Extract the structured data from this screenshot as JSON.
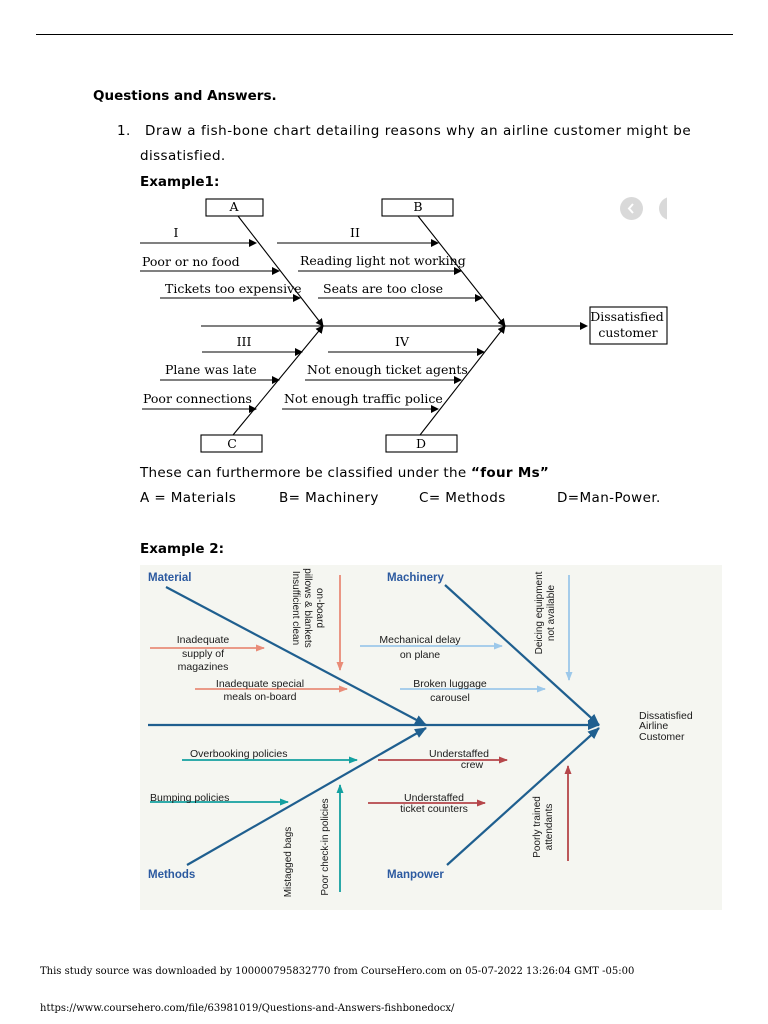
{
  "heading": "Questions and Answers.",
  "question": {
    "number": "1.",
    "line1": "Draw a fish-bone chart detailing reasons why an airline customer might be",
    "line2": "dissatisfied."
  },
  "example1": {
    "label": "Example1:",
    "categories": [
      "A",
      "B",
      "C",
      "D"
    ],
    "roman": [
      "I",
      "II",
      "III",
      "IV"
    ],
    "causes_top_left": [
      "Poor or no food",
      "Tickets too expensive"
    ],
    "causes_top_right": [
      "Reading light not working",
      "Seats are too close"
    ],
    "causes_bottom_left": [
      "Plane was late",
      "Poor connections"
    ],
    "causes_bottom_right": [
      "Not enough ticket agents",
      "Not enough traffic police"
    ],
    "effect_line1": "Dissatisfied",
    "effect_line2": "customer"
  },
  "classification": {
    "sentence_prefix": "These can furthermore be classified under the ",
    "sentence_bold": "“four Ms”",
    "items": [
      "A = Materials",
      "B= Machinery",
      "C= Methods",
      "D=Man-Power."
    ]
  },
  "example2": {
    "label": "Example 2:",
    "categories": [
      "Material",
      "Machinery",
      "Methods",
      "Manpower"
    ],
    "material_causes": [
      [
        "Inadequate",
        "supply of",
        "magazines"
      ],
      [
        "Inadequate special",
        "meals on-board"
      ]
    ],
    "material_vertical": [
      "Insufficient clean",
      "pillows & blankets",
      "on-board"
    ],
    "machinery_causes": [
      [
        "Mechanical delay",
        "on plane"
      ],
      [
        "Broken luggage",
        "carousel"
      ]
    ],
    "machinery_vertical": [
      "Deicing equipment",
      "not available"
    ],
    "methods_causes": [
      "Overbooking policies",
      "Bumping policies"
    ],
    "methods_vertical": [
      "Mistagged bags",
      "Poor check-in policies"
    ],
    "manpower_causes": [
      [
        "Understaffed",
        "crew"
      ],
      [
        "Understaffed",
        "ticket counters"
      ]
    ],
    "manpower_vertical": [
      "Poorly trained",
      "attendants"
    ],
    "effect": [
      "Dissatisfied",
      "Airline",
      "Customer"
    ],
    "colors": {
      "spine": "#1f5f8f",
      "salmon": "#e98c78",
      "lightblue": "#9cc8ea",
      "teal": "#13a0a0",
      "darkred": "#b5464a",
      "title": "#2c5aa0"
    }
  },
  "footer": {
    "line1": "This study source was downloaded by 100000795832770 from CourseHero.com on 05-07-2022 13:26:04 GMT -05:00",
    "line2": "https://www.coursehero.com/file/63981019/Questions-and-Answers-fishbonedocx/"
  }
}
